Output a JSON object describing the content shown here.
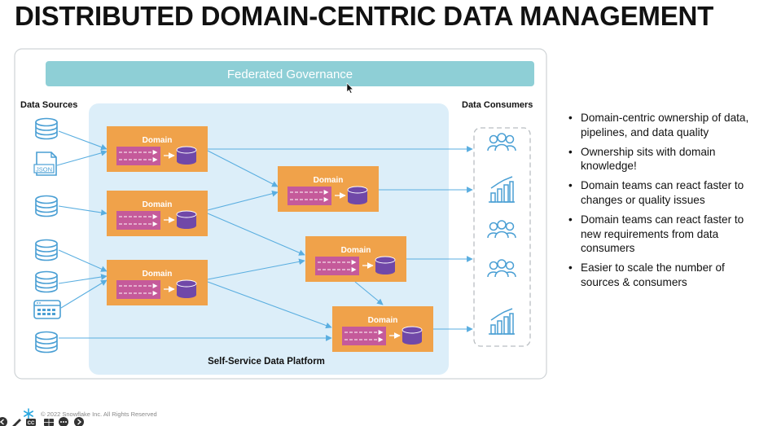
{
  "title": "DISTRIBUTED DOMAIN-CENTRIC DATA MANAGEMENT",
  "governance_label": "Federated Governance",
  "data_sources_label": "Data Sources",
  "data_consumers_label": "Data Consumers",
  "platform_label": "Self-Service Data Platform",
  "domain_label": "Domain",
  "json_label": "JSON",
  "bullets": [
    "Domain-centric ownership of data, pipelines, and data quality",
    "Ownership sits with domain knowledge!",
    "Domain teams can react faster to changes or quality issues",
    "Domain teams can react faster to new requirements from data consumers",
    "Easier to scale the number of sources & consumers"
  ],
  "footer": "© 2022 Snowflake Inc. All Rights Reserved",
  "source_icons": [
    "database-icon",
    "json-file-icon",
    "database-icon",
    "database-icon",
    "database-icon",
    "app-window-icon",
    "database-icon"
  ],
  "consumer_icons": [
    "people-icon",
    "bar-chart-icon",
    "people-icon",
    "people-icon",
    "bar-chart-icon"
  ],
  "colors": {
    "governance_bar": "#8ecfd6",
    "platform_bg": "#dceef9",
    "domain_box": "#f0a24a",
    "pipeline": "#c55a9a",
    "database": "#7048a8",
    "icon_blue": "#4a9fd4",
    "arrow": "#5aaee0"
  }
}
